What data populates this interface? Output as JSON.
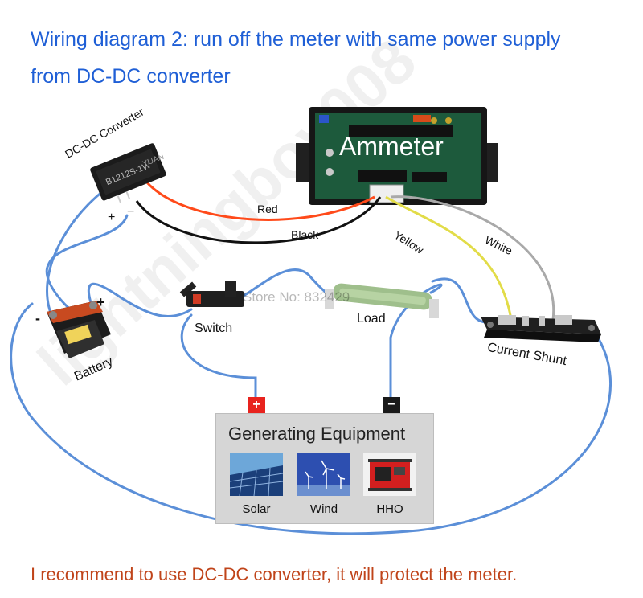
{
  "header": {
    "line1": "Wiring diagram 2: run off the meter with same power supply",
    "line2": "from DC-DC converter"
  },
  "ammeter": {
    "label": "Ammeter"
  },
  "converter": {
    "label": "DC-DC Converter",
    "model": "B1212S-1W",
    "brand": "YUAN"
  },
  "wires": {
    "red": "Red",
    "black": "Black",
    "yellow": "Yellow",
    "white": "White"
  },
  "components": {
    "battery": "Battery",
    "switch": "Switch",
    "load": "Load",
    "shunt": "Current Shunt"
  },
  "polarity": {
    "plus": "+",
    "minus": "-",
    "minus_alt": "−"
  },
  "generating": {
    "title": "Generating Equipment",
    "sources": [
      "Solar",
      "Wind",
      "HHO"
    ],
    "plus": "+",
    "minus": "−"
  },
  "watermark": "lightningboy008",
  "store": "Store No: 832429",
  "footer": "I recommend to use DC-DC converter, it will protect the meter.",
  "colors": {
    "title": "#1f5fd6",
    "footer": "#c0441a",
    "wire_blue": "#5b8fd8",
    "wire_red": "#ff4a1a",
    "wire_black": "#111111",
    "wire_yellow": "#e2dc48",
    "wire_white": "#a9a9a9"
  }
}
